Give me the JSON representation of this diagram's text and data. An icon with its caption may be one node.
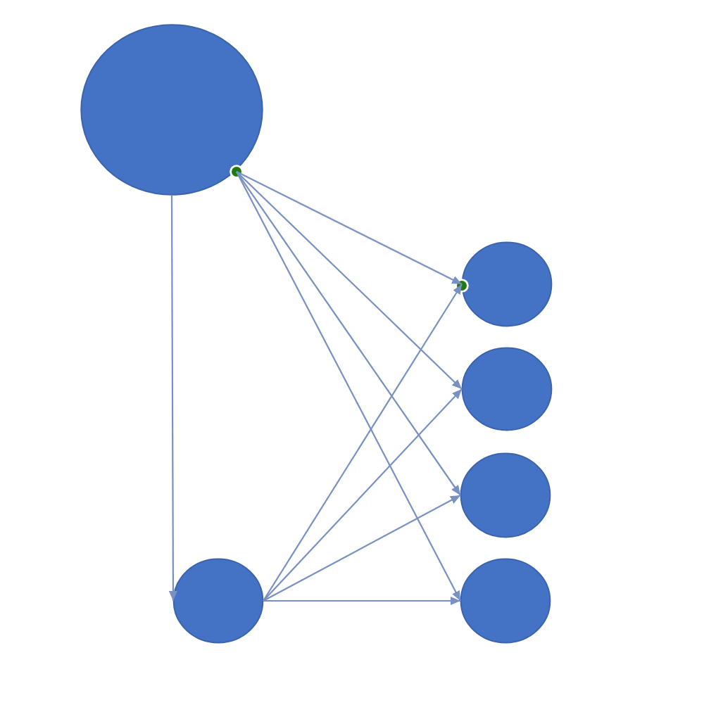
{
  "diagram": {
    "nodes": [
      {
        "text": [],
        "shape": "circle"
      },
      {
        "text": [],
        "shape": "circle"
      },
      {
        "text": [],
        "shape": "circle"
      },
      {
        "text": [],
        "shape": "circle"
      },
      {
        "text": [],
        "shape": "circle"
      },
      {
        "text": [],
        "shape": "circle"
      }
    ],
    "edges": [
      {
        "from": 0,
        "to": 1,
        "arrow": "to"
      },
      {
        "from": 0,
        "to": 2,
        "arrow": "to"
      },
      {
        "from": 0,
        "to": 3,
        "arrow": "to"
      },
      {
        "from": 0,
        "to": 4,
        "arrow": "to"
      },
      {
        "from": 0,
        "to": 5,
        "arrow": "to"
      },
      {
        "from": 1,
        "to": 2,
        "arrow": "to"
      },
      {
        "from": 1,
        "to": 3,
        "arrow": "to"
      },
      {
        "from": 1,
        "to": 4,
        "arrow": "to"
      },
      {
        "from": 1,
        "to": 5,
        "arrow": "to"
      }
    ]
  }
}
